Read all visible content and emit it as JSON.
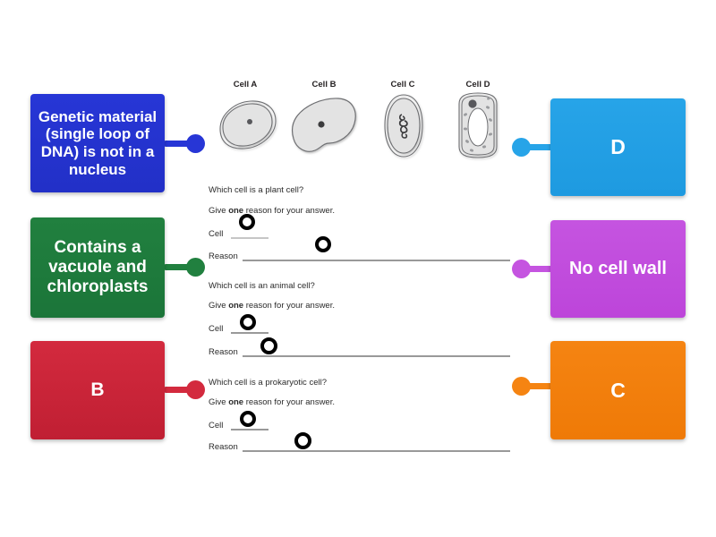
{
  "boxes": [
    {
      "id": "genetic",
      "label": "Genetic material (single loop of DNA) is not in a nucleus",
      "color": "#2736d6",
      "side": "left"
    },
    {
      "id": "vacuole",
      "label": "Contains a vacuole and chloroplasts",
      "color": "#21803f",
      "side": "left"
    },
    {
      "id": "b",
      "label": "B",
      "color": "#d32a3e",
      "side": "left"
    },
    {
      "id": "d",
      "label": "D",
      "color": "#27a4e8",
      "side": "right"
    },
    {
      "id": "nowall",
      "label": "No cell wall",
      "color": "#c554e0",
      "side": "right"
    },
    {
      "id": "c",
      "label": "C",
      "color": "#f58412",
      "side": "right"
    }
  ],
  "worksheet": {
    "cell_labels": [
      "Cell A",
      "Cell B",
      "Cell C",
      "Cell D"
    ],
    "questions": [
      {
        "prompt": "Which cell is a plant cell?",
        "instruction_prefix": "Give ",
        "instruction_bold": "one",
        "instruction_suffix": " reason for your answer.",
        "cell_label": "Cell",
        "reason_label": "Reason"
      },
      {
        "prompt": "Which cell is an animal cell?",
        "instruction_prefix": "Give ",
        "instruction_bold": "one",
        "instruction_suffix": " reason for your answer.",
        "cell_label": "Cell",
        "reason_label": "Reason"
      },
      {
        "prompt": "Which cell is a prokaryotic cell?",
        "instruction_prefix": "Give ",
        "instruction_bold": "one",
        "instruction_suffix": " reason for your answer.",
        "cell_label": "Cell",
        "reason_label": "Reason"
      }
    ]
  },
  "markers": {
    "count": 6,
    "color": "#000000"
  },
  "canvas": {
    "background": "#ffffff"
  }
}
